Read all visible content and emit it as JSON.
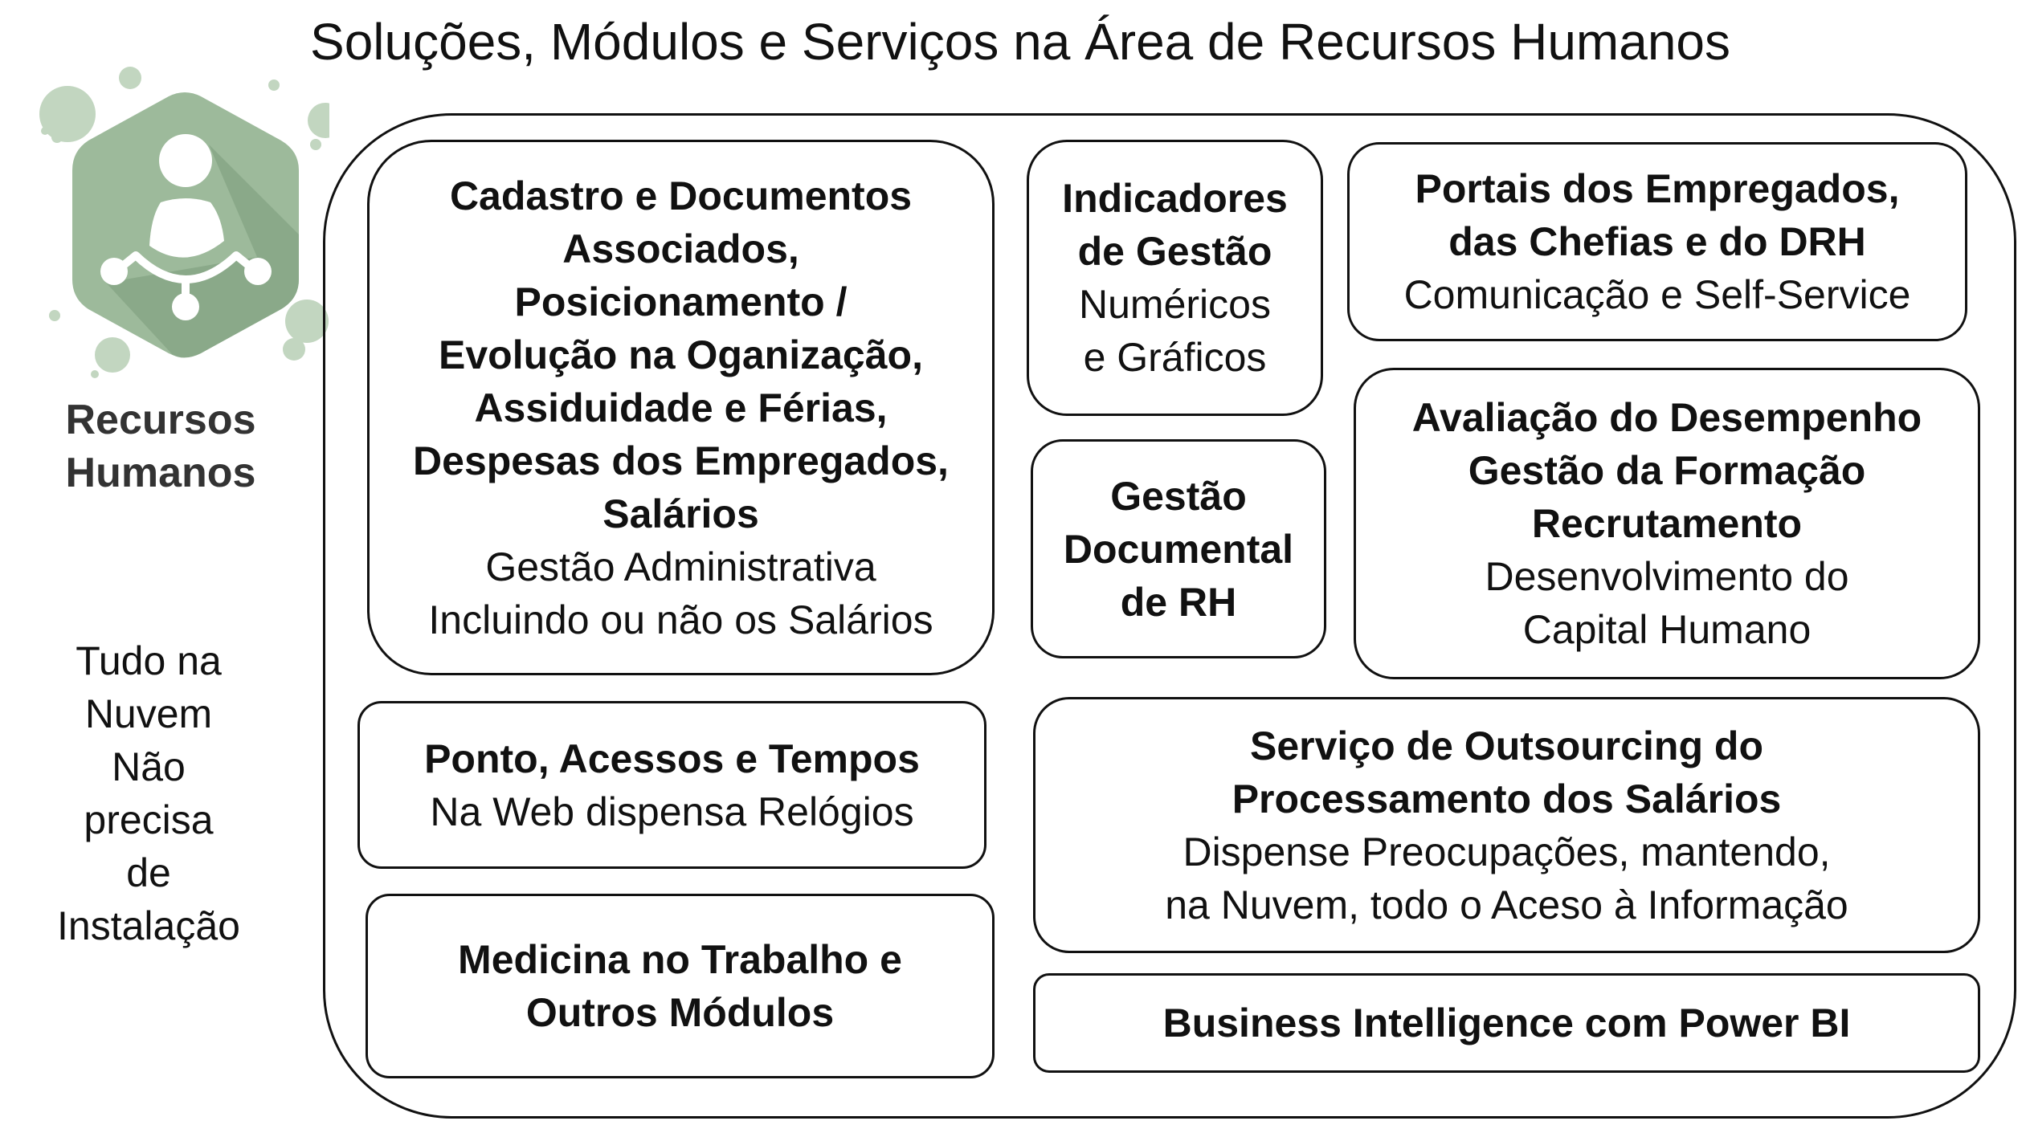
{
  "title": "Soluções, Módulos e Serviços na Área de Recursos Humanos",
  "sidebar": {
    "icon": "hr-network-person-icon",
    "brand_lines": [
      "Recursos",
      "Humanos"
    ],
    "note_lines": [
      "Tudo na",
      "Nuvem",
      "Não",
      "precisa",
      "de",
      "Instalação"
    ],
    "accent_color": "#9dba9b"
  },
  "modules": {
    "cadastro": {
      "bold": [
        "Cadastro e Documentos",
        "Associados,",
        "Posicionamento /",
        "Evolução na Oganização,",
        "Assiduidade e Férias,",
        "Despesas dos Empregados,",
        "Salários"
      ],
      "normal": [
        "Gestão Administrativa",
        "Incluindo ou não os Salários"
      ]
    },
    "indicadores": {
      "bold": [
        "Indicadores",
        "de Gestão"
      ],
      "normal": [
        "Numéricos",
        "e Gráficos"
      ]
    },
    "portais": {
      "bold": [
        "Portais dos Empregados,",
        "das Chefias e do DRH"
      ],
      "normal": [
        "Comunicação e Self-Service"
      ]
    },
    "documental": {
      "bold": [
        "Gestão",
        "Documental",
        "de RH"
      ]
    },
    "avaliacao": {
      "bold": [
        "Avaliação do Desempenho",
        "Gestão da Formação",
        "Recrutamento"
      ],
      "normal": [
        "Desenvolvimento do",
        "Capital Humano"
      ]
    },
    "ponto": {
      "bold": [
        "Ponto, Acessos e Tempos"
      ],
      "normal": [
        "Na Web dispensa Relógios"
      ]
    },
    "medicina": {
      "bold": [
        "Medicina no Trabalho e",
        "Outros Módulos"
      ]
    },
    "outsourcing": {
      "bold": [
        "Serviço de Outsourcing do",
        "Processamento dos Salários"
      ],
      "normal": [
        "Dispense Preocupações, mantendo,",
        "na Nuvem, todo o Aceso à Informação"
      ]
    },
    "bi": {
      "bold": [
        "Business Intelligence com Power BI"
      ]
    }
  }
}
